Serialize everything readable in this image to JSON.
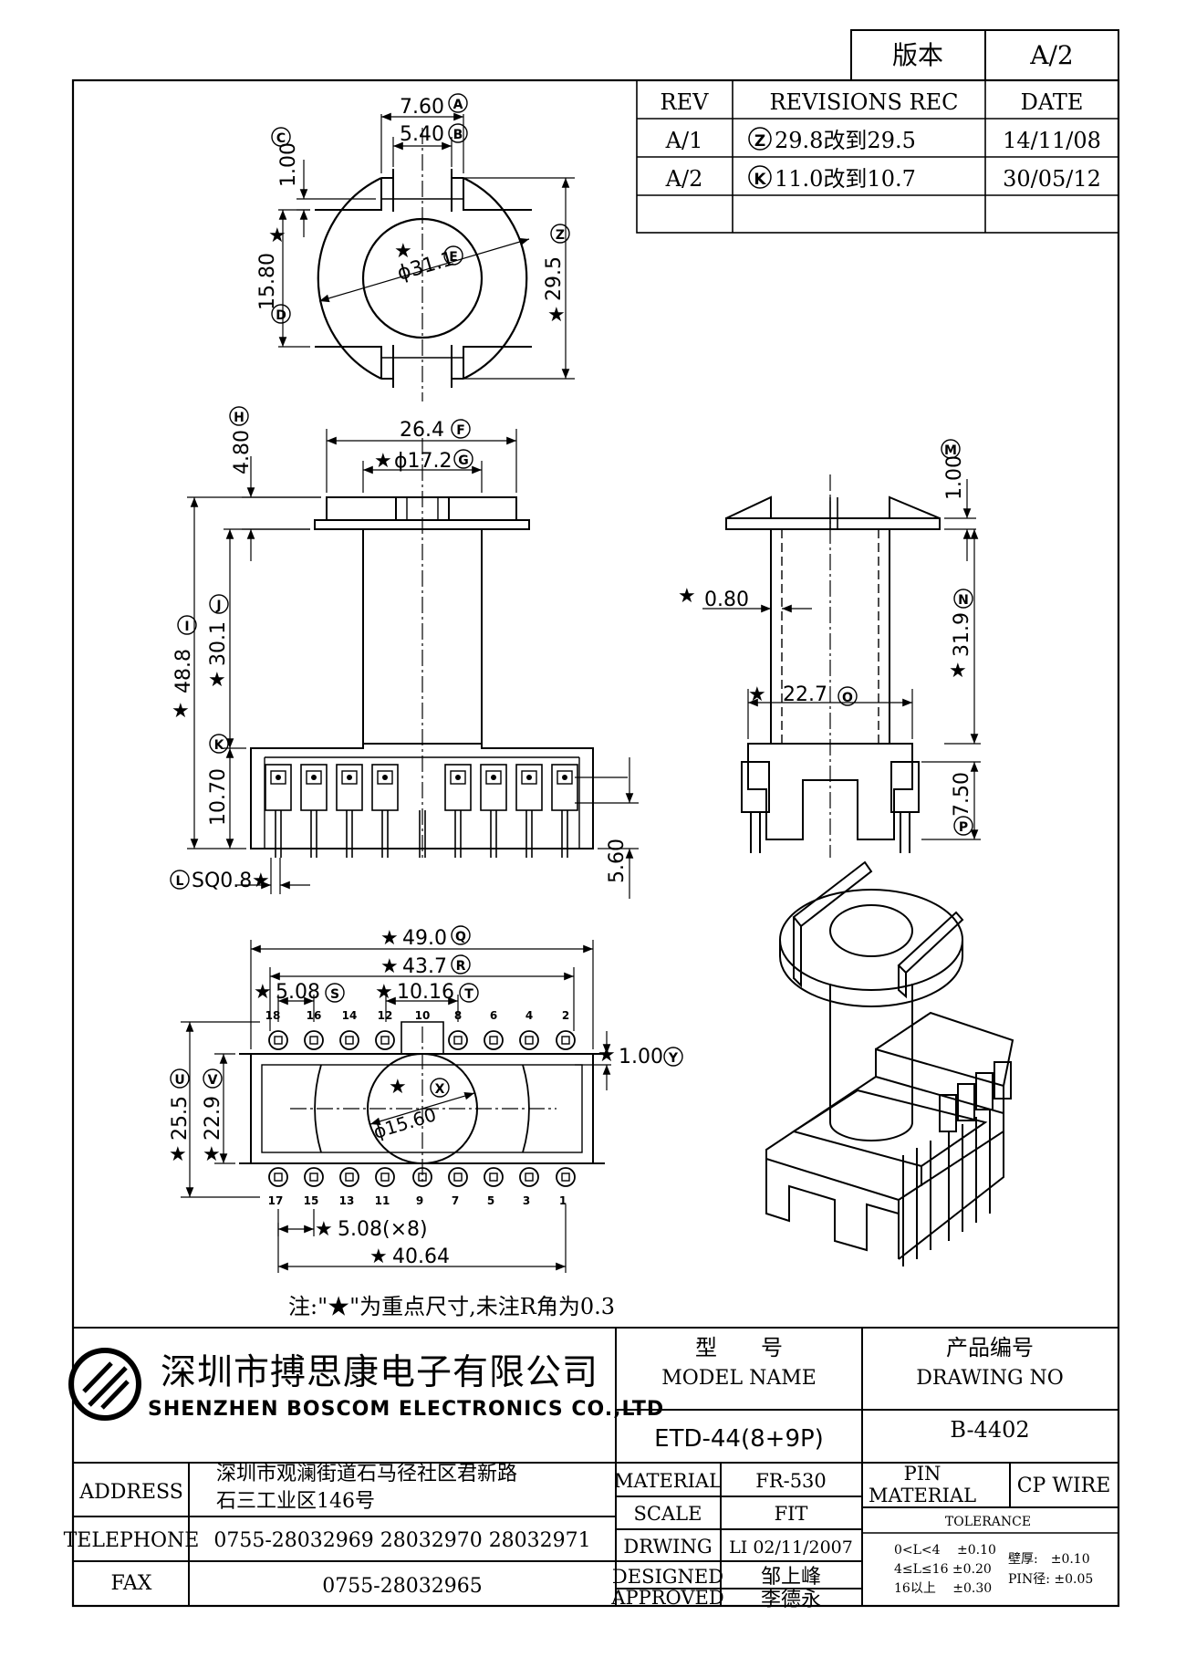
{
  "version_box": {
    "label": "版本",
    "value": "A/2"
  },
  "revisions": {
    "headers": [
      "REV",
      "REVISIONS REC",
      "DATE"
    ],
    "rows": [
      {
        "rev": "A/1",
        "marker": "Z",
        "text": "29.8改到29.5",
        "date": "14/11/08"
      },
      {
        "rev": "A/2",
        "marker": "K",
        "text": "11.0改到10.7",
        "date": "30/05/12"
      }
    ]
  },
  "top_view": {
    "dim_a": "7.60",
    "dim_b": "5.40",
    "dim_c": "1.00",
    "dim_d": "15.80",
    "dim_e": "ϕ31.1",
    "dim_z": "29.5",
    "letters": {
      "a": "A",
      "b": "B",
      "c": "C",
      "d": "D",
      "e": "E",
      "z": "Z"
    }
  },
  "front_view": {
    "dim_f": "26.4",
    "dim_g": "ϕ17.2",
    "dim_h": "4.80",
    "dim_i": "48.8",
    "dim_j": "30.1",
    "dim_k": "10.70",
    "dim_l": "SQ0.8",
    "dim_pin": "5.60",
    "letters": {
      "f": "F",
      "g": "G",
      "h": "H",
      "i": "I",
      "j": "J",
      "k": "K",
      "l": "L"
    }
  },
  "side_view": {
    "dim_m": "1.00",
    "dim_n": "31.9",
    "dim_wall": "0.80",
    "dim_o": "22.7",
    "dim_p": "7.50",
    "letters": {
      "m": "M",
      "n": "N",
      "o": "O",
      "p": "P"
    }
  },
  "bottom_view": {
    "dim_q": "49.0",
    "dim_r": "43.7",
    "dim_s": "5.08",
    "dim_t": "10.16",
    "dim_u": "25.5",
    "dim_v": "22.9",
    "dim_x": "ϕ15.60",
    "dim_y": "1.00",
    "dim_pitch": "5.08(×8)",
    "dim_span": "40.64",
    "letters": {
      "q": "Q",
      "r": "R",
      "s": "S",
      "t": "T",
      "u": "U",
      "v": "V",
      "x": "X",
      "y": "Y"
    },
    "pins_top": [
      "18",
      "16",
      "14",
      "12",
      "10",
      "8",
      "6",
      "4",
      "2"
    ],
    "pins_bottom": [
      "17",
      "15",
      "13",
      "11",
      "9",
      "7",
      "5",
      "3",
      "1"
    ]
  },
  "star": "★",
  "note": "注:\"★\"为重点尺寸,未注R角为0.3",
  "title_block": {
    "company_cn": "深圳市搏思康电子有限公司",
    "company_en": "SHENZHEN BOSCOM ELECTRONICS CO.,LTD",
    "model_label_cn": "型　　号",
    "model_label_en": "MODEL NAME",
    "model_value": "ETD-44(8+9P)",
    "drawing_label_cn": "产品编号",
    "drawing_label_en": "DRAWING NO",
    "drawing_value": "B-4402",
    "address_label": "ADDRESS",
    "address_line1": "深圳市观澜街道石马径社区君新路",
    "address_line2": "石三工业区146号",
    "telephone_label": "TELEPHONE",
    "telephone_value": "0755-28032969 28032970 28032971",
    "fax_label": "FAX",
    "fax_value": "0755-28032965",
    "material_label": "MATERIAL",
    "material_value": "FR-530",
    "scale_label": "SCALE",
    "scale_value": "FIT",
    "drwing_label": "DRWING",
    "drwing_value": "LI 02/11/2007",
    "designed_label": "DESIGNED",
    "designed_value": "邹上峰",
    "approved_label": "APPROVED",
    "approved_value": "李德永",
    "pin_material_label1": "PIN",
    "pin_material_label2": "MATERIAL",
    "pin_material_value": "CP WIRE",
    "tolerance_label": "TOLERANCE",
    "tol_1": "0<L<4　 ±0.10",
    "tol_2": "4≤L≤16 ±0.20",
    "tol_3": "16以上　 ±0.30",
    "tol_4": "壁厚:　±0.10",
    "tol_5": "PIN径: ±0.05"
  }
}
